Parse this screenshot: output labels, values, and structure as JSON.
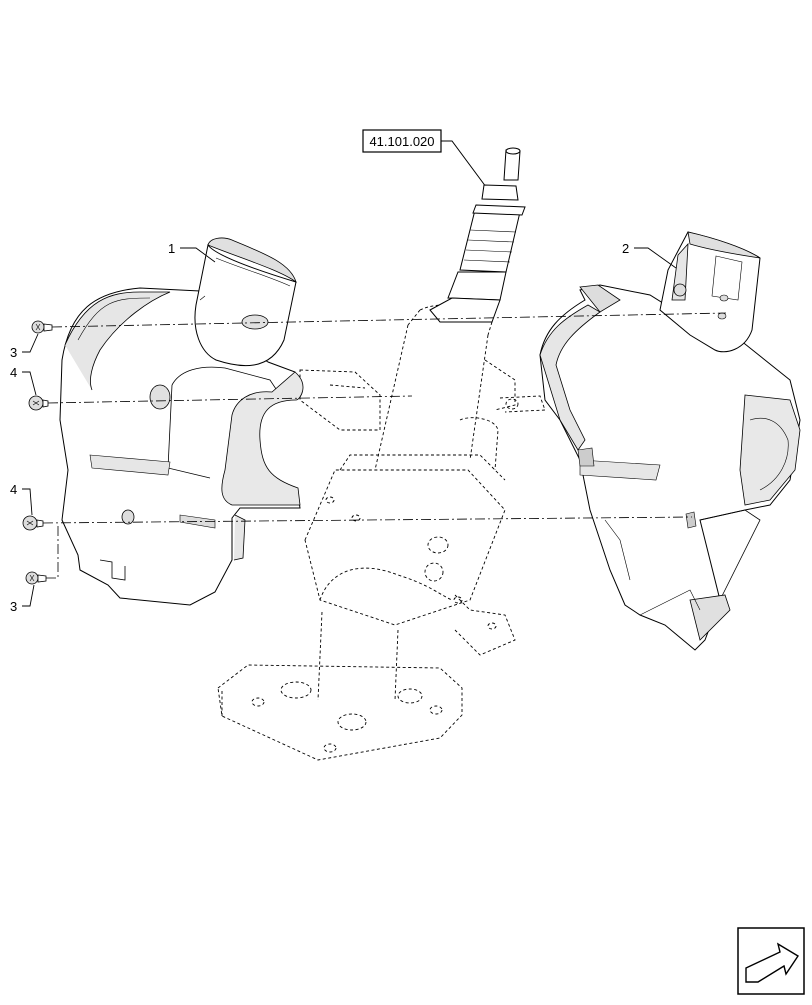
{
  "diagram": {
    "reference_label": "41.101.020",
    "callouts": {
      "c1": "1",
      "c2": "2",
      "c3_top": "3",
      "c4_top": "4",
      "c4_bottom": "4",
      "c3_bottom": "3"
    },
    "line_color": "#000000",
    "fill_color": "#ffffff",
    "shade_color": "#e8e8e8"
  },
  "nav_icon": "next-page-arrow-icon"
}
